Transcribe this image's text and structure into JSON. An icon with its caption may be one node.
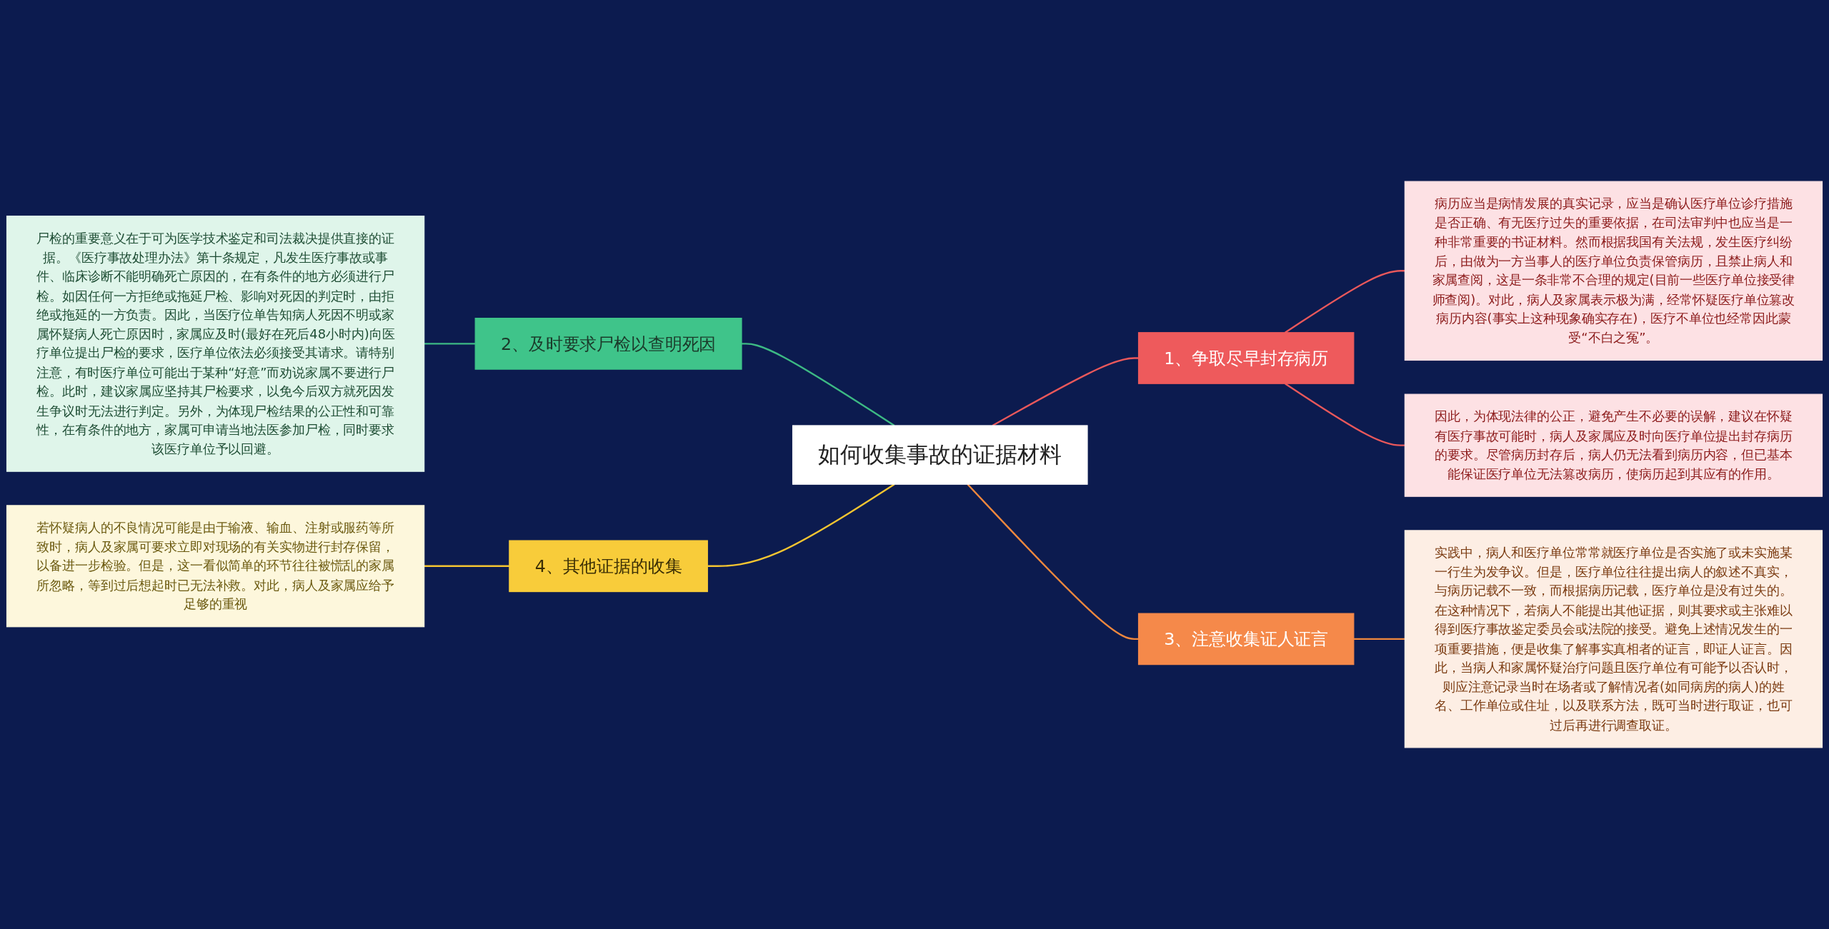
{
  "diagram": {
    "nodes": [
      {
        "text": [
          "如何收集事故的证据材料"
        ]
      },
      {
        "text": [
          "1、争取尽早封存病历"
        ]
      },
      {
        "text": [
          "病历应当是病情发展的真实记录，应当是确认医疗单位诊疗措施是否正确、有无医疗过失的重要依据，在司法审判中也应当是一种非常重要的书证材料。然而根据我国有关法规，发生医疗纠纷后，由做为一方当事人的医疗单位负责保管病历，且禁止病人和家属查阅，这是一条非常不合理的规定(目前一些医疗单位接受律师查阅)。对此，病人及家属表示极为满，经常怀疑医疗单位篡改病历内容(事实上这种现象确实存在)，医疗不单位也经常因此蒙受“不白之冤”。"
        ]
      },
      {
        "text": [
          "因此，为体现法律的公正，避免产生不必要的误解，建议在怀疑有医疗事故可能时，病人及家属应及时向医疗单位提出封存病历的要求。尽管病历封存后，病人仍无法看到病历内容，但已基本能保证医疗单位无法篡改病历，使病历起到其应有的作用。"
        ]
      },
      {
        "text": [
          "2、及时要求尸检以查明死因"
        ]
      },
      {
        "text": [
          "尸检的重要意义在于可为医学技术鉴定和司法裁决提供直接的证据。《医疗事故处理办法》第十条规定，凡发生医疗事故或事件、临床诊断不能明确死亡原因的，在有条件的地方必须进行尸检。如因任何一方拒绝或拖延尸检、影响对死因的判定时，由拒绝或拖延的一方负责。因此，当医疗位单告知病人死因不明或家属怀疑病人死亡原因时，家属应及时(最好在死后48小时内)向医疗单位提出尸检的要求，医疗单位依法必须接受其请求。请特别注意，有时医疗单位可能出于某种“好意”而劝说家属不要进行尸检。此时，建议家属应坚持其尸检要求，以免今后双方就死因发生争议时无法进行判定。另外，为体现尸检结果的公正性和可靠性，在有条件的地方，家属可申请当地法医参加尸检，同时要求该医疗单位予以回避。"
        ]
      },
      {
        "text": [
          "3、注意收集证人证言"
        ]
      },
      {
        "text": [
          "实践中，病人和医疗单位常常就医疗单位是否实施了或未实施某一行生为发争议。但是，医疗单位往往提出病人的叙述不真实，与病历记载不一致，而根据病历记载，医疗单位是没有过失的。在这种情况下，若病人不能提出其他证据，则其要求或主张难以得到医疗事故鉴定委员会或法院的接受。避免上述情况发生的一项重要措施，便是收集了解事实真相者的证言，即证人证言。因此，当病人和家属怀疑治疗问题且医疗单位有可能予以否认时，则应注意记录当时在场者或了解情况者(如同病房的病人)的姓名、工作单位或住址，以及联系方法，既可当时进行取证，也可过后再进行调查取证。"
        ]
      },
      {
        "text": [
          "4、其他证据的收集"
        ]
      },
      {
        "text": [
          "若怀疑病人的不良情况可能是由于输液、输血、注射或服药等所致时，病人及家属可要求立即对现场的有关实物进行封存保留，以备进一步检验。但是，这一看似简单的环节往往被慌乱的家属所忽略，等到过后想起时已无法补救。对此，病人及家属应给予足够的重视"
        ]
      }
    ],
    "edges": [
      {
        "from": 0,
        "to": 1,
        "arrow": "none",
        "color": "#e9585b"
      },
      {
        "from": 1,
        "to": 2,
        "arrow": "none",
        "color": "#e9585b"
      },
      {
        "from": 1,
        "to": 3,
        "arrow": "none",
        "color": "#e9585b"
      },
      {
        "from": 0,
        "to": 4,
        "arrow": "none",
        "color": "#3dba84"
      },
      {
        "from": 4,
        "to": 5,
        "arrow": "none",
        "color": "#3dba84"
      },
      {
        "from": 0,
        "to": 6,
        "arrow": "none",
        "color": "#f0883e"
      },
      {
        "from": 6,
        "to": 7,
        "arrow": "none",
        "color": "#f0883e"
      },
      {
        "from": 0,
        "to": 8,
        "arrow": "none",
        "color": "#f5c531"
      },
      {
        "from": 8,
        "to": 9,
        "arrow": "none",
        "color": "#f5c531"
      }
    ]
  }
}
